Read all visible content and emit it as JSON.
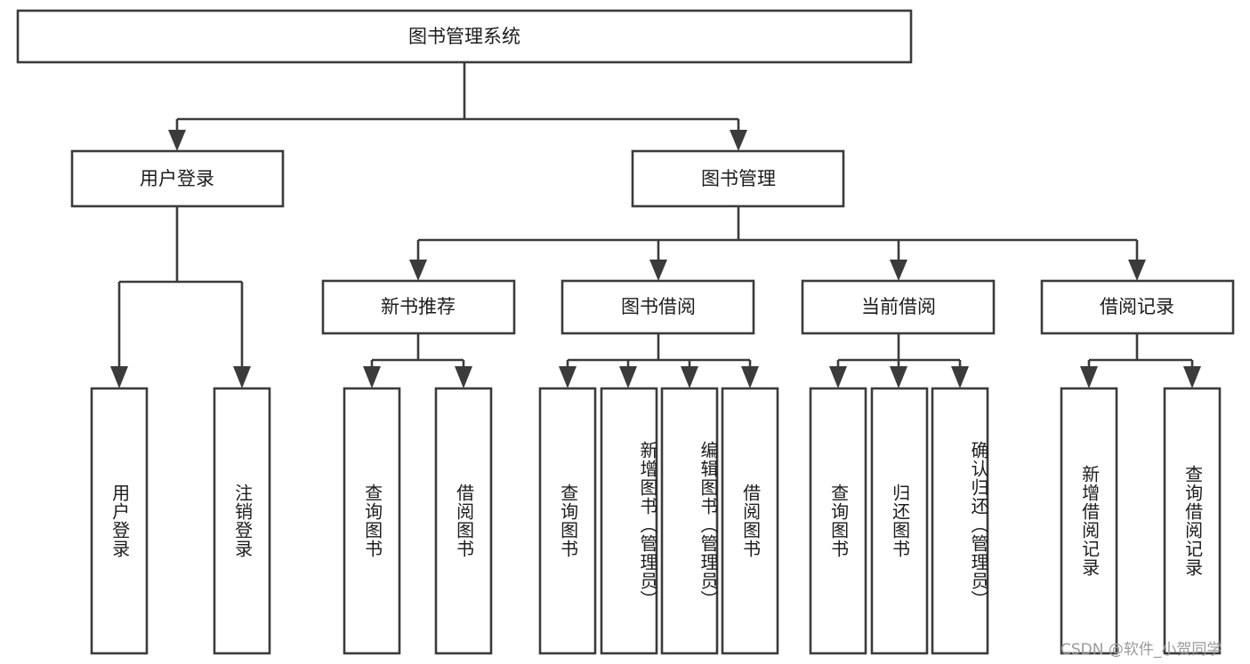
{
  "diagram": {
    "type": "tree",
    "title": "图书管理系统",
    "root": {
      "label": "图书管理系统"
    },
    "level2": [
      {
        "label": "用户登录"
      },
      {
        "label": "图书管理"
      }
    ],
    "level3": [
      {
        "label": "新书推荐"
      },
      {
        "label": "图书借阅"
      },
      {
        "label": "当前借阅"
      },
      {
        "label": "借阅记录"
      }
    ],
    "leaves": {
      "user_login": [
        {
          "label": "用户登录"
        },
        {
          "label": "注销登录"
        }
      ],
      "new_book_recommend": [
        {
          "label": "查询图书"
        },
        {
          "label": "借阅图书"
        }
      ],
      "book_borrow": [
        {
          "label": "查询图书"
        },
        {
          "label": "新增图书（管理员）"
        },
        {
          "label": "编辑图书（管理员）"
        },
        {
          "label": "借阅图书"
        }
      ],
      "current_borrow": [
        {
          "label": "查询图书"
        },
        {
          "label": "归还图书"
        },
        {
          "label": "确认归还（管理员）"
        }
      ],
      "borrow_record": [
        {
          "label": "新增借阅记录"
        },
        {
          "label": "查询借阅记录"
        }
      ]
    }
  },
  "watermark": {
    "text": "CSDN @软件_小贺同学"
  },
  "colors": {
    "stroke": "#3b3b3b",
    "box_fill": "#ffffff",
    "text": "#1c1c1c",
    "background": "#ffffff",
    "watermark": "#9a9a9a"
  }
}
